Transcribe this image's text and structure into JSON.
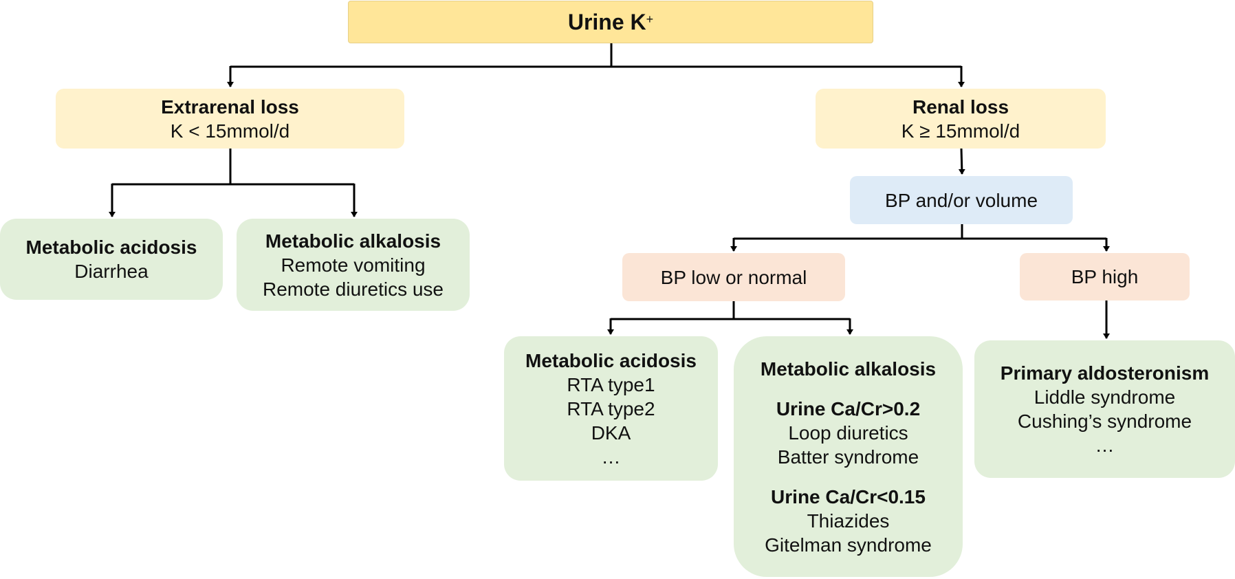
{
  "colors": {
    "root_fill": "#ffe699",
    "loss_fill": "#fff2cc",
    "bp_volume_fill": "#deebf7",
    "bp_fill": "#fbe5d6",
    "outcome_fill": "#e2efda",
    "connector": "#000000"
  },
  "root": {
    "label": "Urine K",
    "superscript": "+"
  },
  "extrarenal": {
    "title": "Extrarenal loss",
    "threshold": "K < 15mmol/d"
  },
  "renal": {
    "title": "Renal loss",
    "threshold": "K ≥ 15mmol/d"
  },
  "bp_volume": {
    "label": "BP and/or volume"
  },
  "bp_low": {
    "label": "BP low or normal"
  },
  "bp_high": {
    "label": "BP high"
  },
  "extra_acidosis": {
    "title": "Metabolic acidosis",
    "items": [
      "Diarrhea"
    ]
  },
  "extra_alkalosis": {
    "title": "Metabolic alkalosis",
    "items": [
      "Remote vomiting",
      "Remote diuretics use"
    ]
  },
  "renal_acidosis": {
    "title": "Metabolic acidosis",
    "items": [
      "RTA type1",
      "RTA type2",
      "DKA",
      "…"
    ]
  },
  "renal_alkalosis": {
    "title": "Metabolic alkalosis",
    "high_ca": {
      "label": "Urine Ca/Cr>0.2",
      "items": [
        "Loop diuretics",
        "Batter syndrome"
      ]
    },
    "low_ca": {
      "label": "Urine Ca/Cr<0.15",
      "items": [
        "Thiazides",
        "Gitelman syndrome"
      ]
    }
  },
  "bp_high_causes": {
    "title": "Primary aldosteronism",
    "items": [
      "Liddle syndrome",
      "Cushing’s syndrome",
      "…"
    ]
  }
}
